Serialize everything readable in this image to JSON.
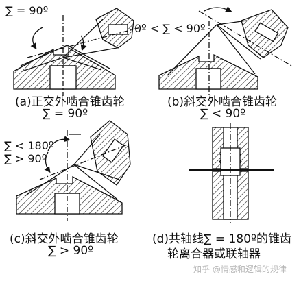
{
  "panels": {
    "a": {
      "angle_label": "∑ = 90º",
      "caption_line1": "(a)正交外啮合锥齿轮",
      "caption_line2": "∑ = 90º"
    },
    "b": {
      "angle_label": "0º < ∑ < 90º",
      "caption_line1": "(b)斜交外啮合锥齿轮",
      "caption_line2": "∑ < 90º"
    },
    "c": {
      "angle_label_line1": "∑ < 180º",
      "angle_label_line2": "∑ > 90º",
      "caption_line1": "(c)斜交外啮合锥齿轮",
      "caption_line2": "∑ > 90º"
    },
    "d": {
      "caption_line1": "(d)共轴线∑ = 180º的锥齿",
      "caption_line2": "轮离合器或联轴器"
    }
  },
  "watermark": "知乎 @情感和逻辑的规律",
  "colors": {
    "ink": "#111111",
    "background": "#ffffff",
    "watermark": "#b5b5b5"
  }
}
